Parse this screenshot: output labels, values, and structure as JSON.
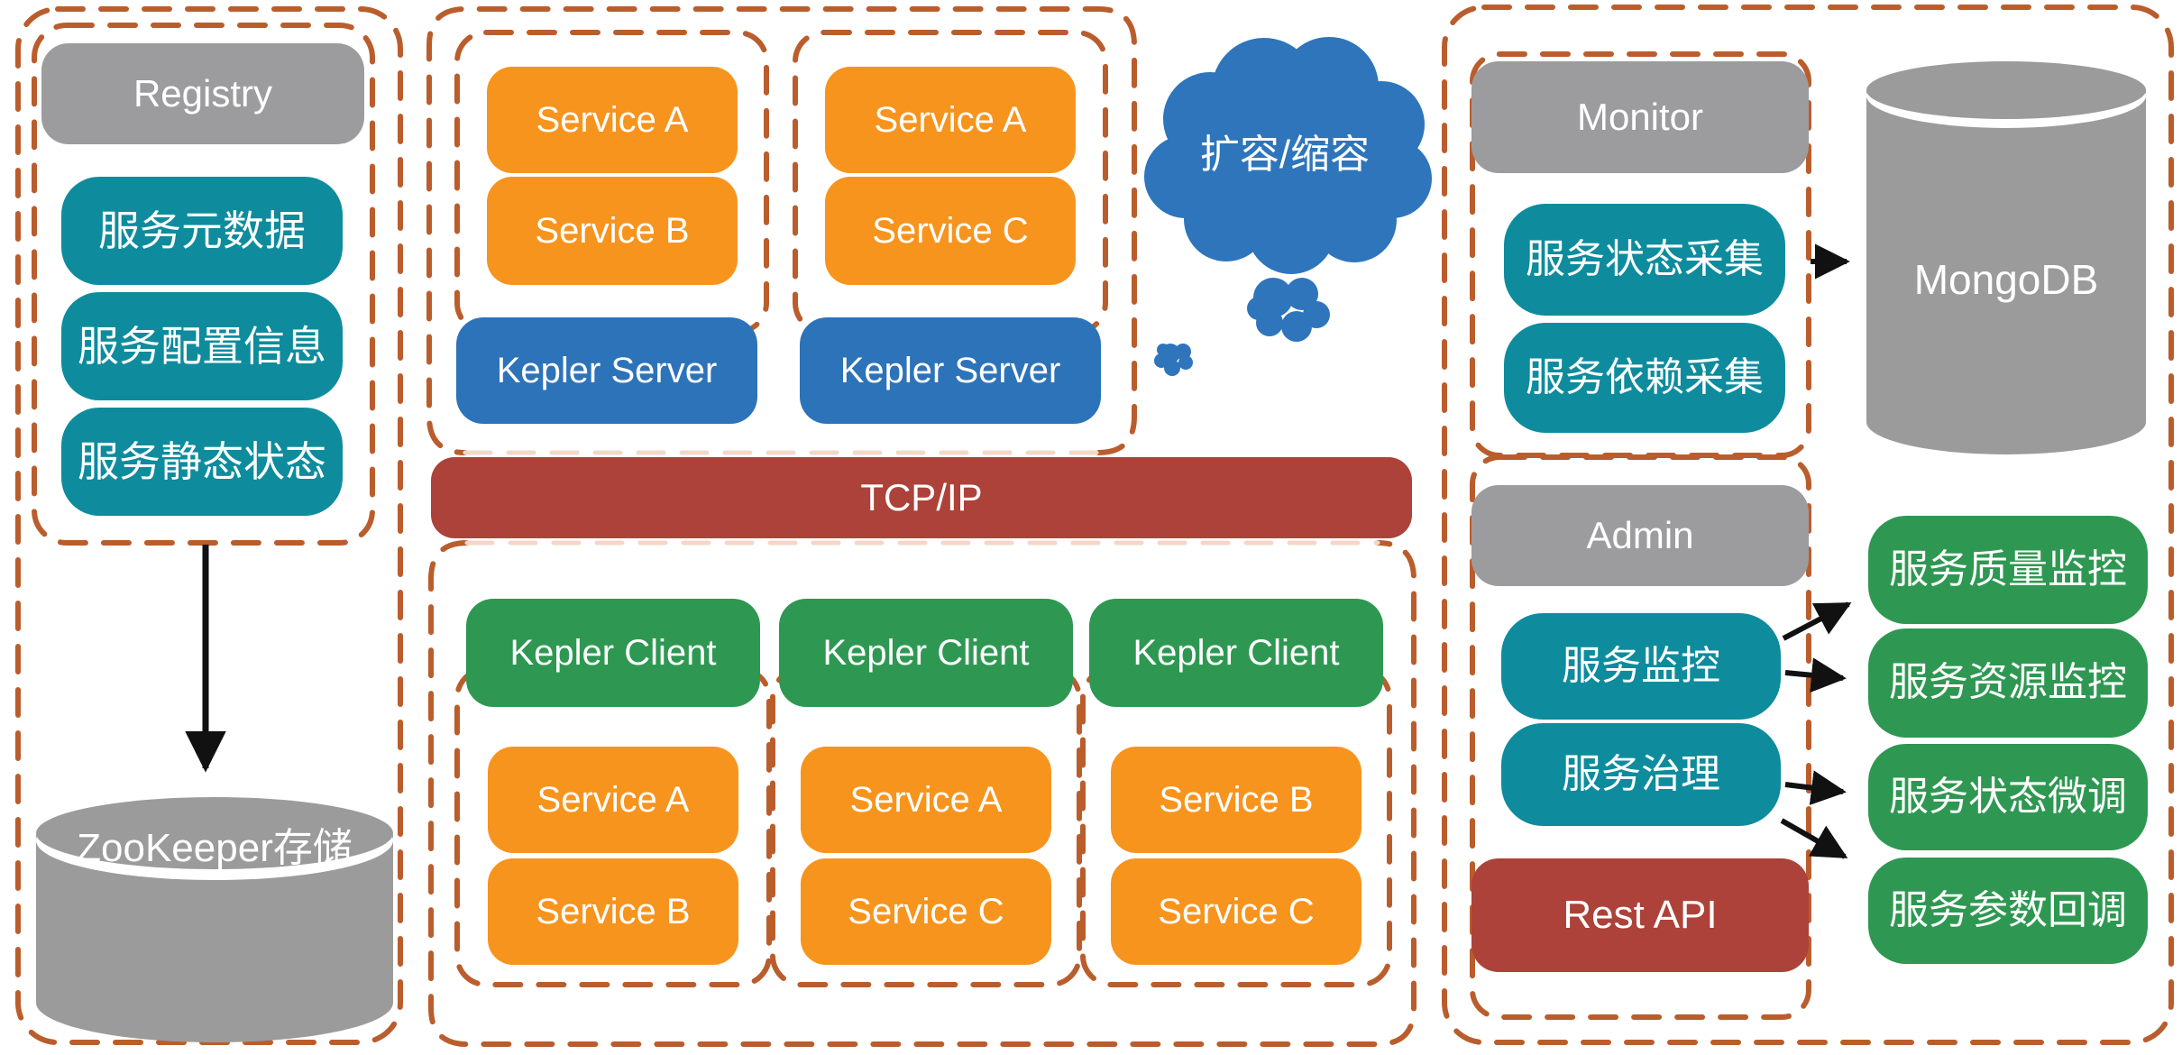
{
  "palette": {
    "dash_border": "#BA5D2D",
    "dash_border_pale": "#F2D8C8",
    "orange_service": "#F7941E",
    "teal": "#0E8C9D",
    "blue_server": "#2D73B9",
    "green_client": "#2E9852",
    "brick_red": "#AC4239",
    "gray_box": "#9C9C9E",
    "cylinder_gray": "#9B9B9B",
    "cloud_blue": "#2E75BC",
    "arrow_black": "#111111"
  },
  "left_panel": {
    "registry": {
      "label": "Registry"
    },
    "items": [
      "服务元数据",
      "服务配置信息",
      "服务静态状态"
    ],
    "storage": {
      "label": "ZooKeeper存储"
    }
  },
  "middle_panel": {
    "server_groups": [
      {
        "services": [
          "Service A",
          "Service B"
        ],
        "server": "Kepler Server"
      },
      {
        "services": [
          "Service A",
          "Service C"
        ],
        "server": "Kepler Server"
      }
    ],
    "cloud": {
      "label": "扩容/缩容"
    },
    "bus": {
      "label": "TCP/IP"
    },
    "client_groups": [
      {
        "client": "Kepler Client",
        "services": [
          "Service A",
          "Service B"
        ]
      },
      {
        "client": "Kepler Client",
        "services": [
          "Service A",
          "Service C"
        ]
      },
      {
        "client": "Kepler Client",
        "services": [
          "Service B",
          "Service C"
        ]
      }
    ]
  },
  "right_panel": {
    "monitor": {
      "title": "Monitor",
      "items": [
        "服务状态采集",
        "服务依赖采集"
      ]
    },
    "database": {
      "label": "MongoDB"
    },
    "admin": {
      "title": "Admin",
      "items": [
        "服务监控",
        "服务治理"
      ],
      "rest": "Rest API"
    },
    "functions": [
      "服务质量监控",
      "服务资源监控",
      "服务状态微调",
      "服务参数回调"
    ]
  }
}
